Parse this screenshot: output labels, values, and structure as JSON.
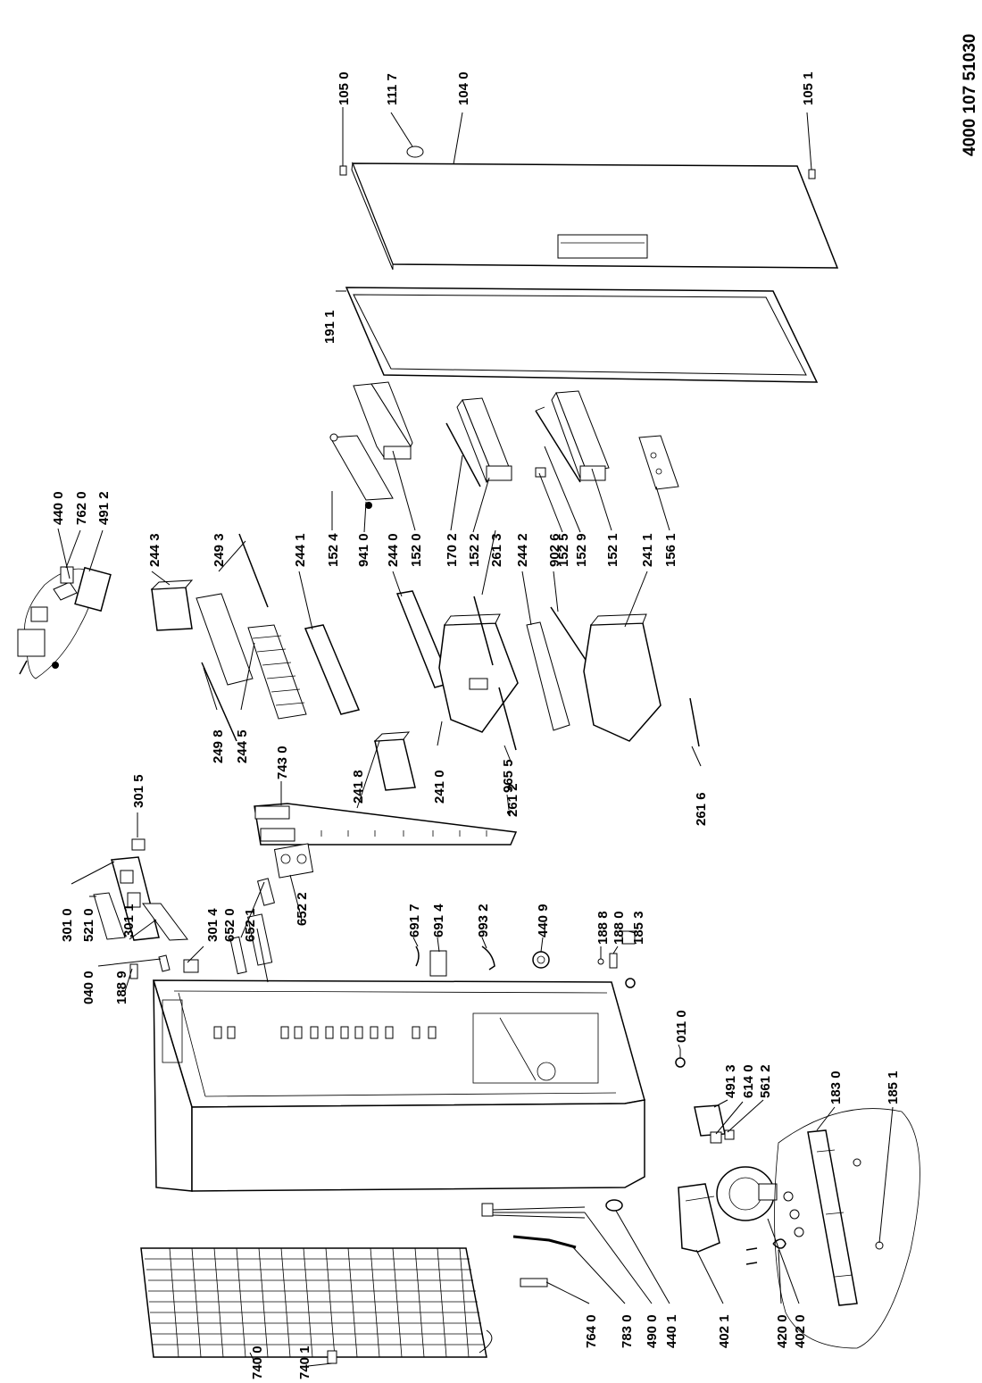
{
  "document_number": "4000 107 51030",
  "labels": {
    "l1050": "105 0",
    "l1117": "111 7",
    "l1040": "104 0",
    "l1051": "105 1",
    "l1911": "191 1",
    "l4400": "440 0",
    "l7620": "762 0",
    "l4912": "491 2",
    "l2443": "244 3",
    "l2493": "249 3",
    "l2441": "244 1",
    "l1524": "152 4",
    "l9410": "941 0",
    "l2440": "244 0",
    "l1520": "152 0",
    "l1702": "170 2",
    "l1522": "152 2",
    "l2613": "261 3",
    "l2442": "244 2",
    "l9026": "902 6",
    "l1525": "152 5",
    "l1529": "152 9",
    "l2411": "241 1",
    "l1521": "152 1",
    "l1561": "156 1",
    "l3015": "301 5",
    "l2498": "249 8",
    "l2445": "244 5",
    "l7430": "743 0",
    "l2418": "241 8",
    "l2410": "241 0",
    "l9655": "965 5",
    "l2612": "261 2",
    "l2616": "261 6",
    "l3010": "301 0",
    "l5210": "521 0",
    "l3011": "301 1",
    "l3014": "301 4",
    "l6520": "652 0",
    "l6521": "652 1",
    "l6522": "652 2",
    "l6917": "691 7",
    "l6914": "691 4",
    "l9932": "993 2",
    "l4409": "440 9",
    "l1888": "188 8",
    "l1880": "188 0",
    "l1853": "185 3",
    "l0400": "040 0",
    "l1889": "188 9",
    "l0110": "011 0",
    "l4913": "491 3",
    "l6140": "614 0",
    "l5612": "561 2",
    "l1830": "183 0",
    "l1851": "185 1",
    "l7400": "740 0",
    "l7401": "740 1",
    "l7640": "764 0",
    "l7830": "783 0",
    "l4900": "490 0",
    "l4401": "440 1",
    "l4021": "402 1",
    "l4200": "420 0",
    "l4020": "402 0"
  }
}
